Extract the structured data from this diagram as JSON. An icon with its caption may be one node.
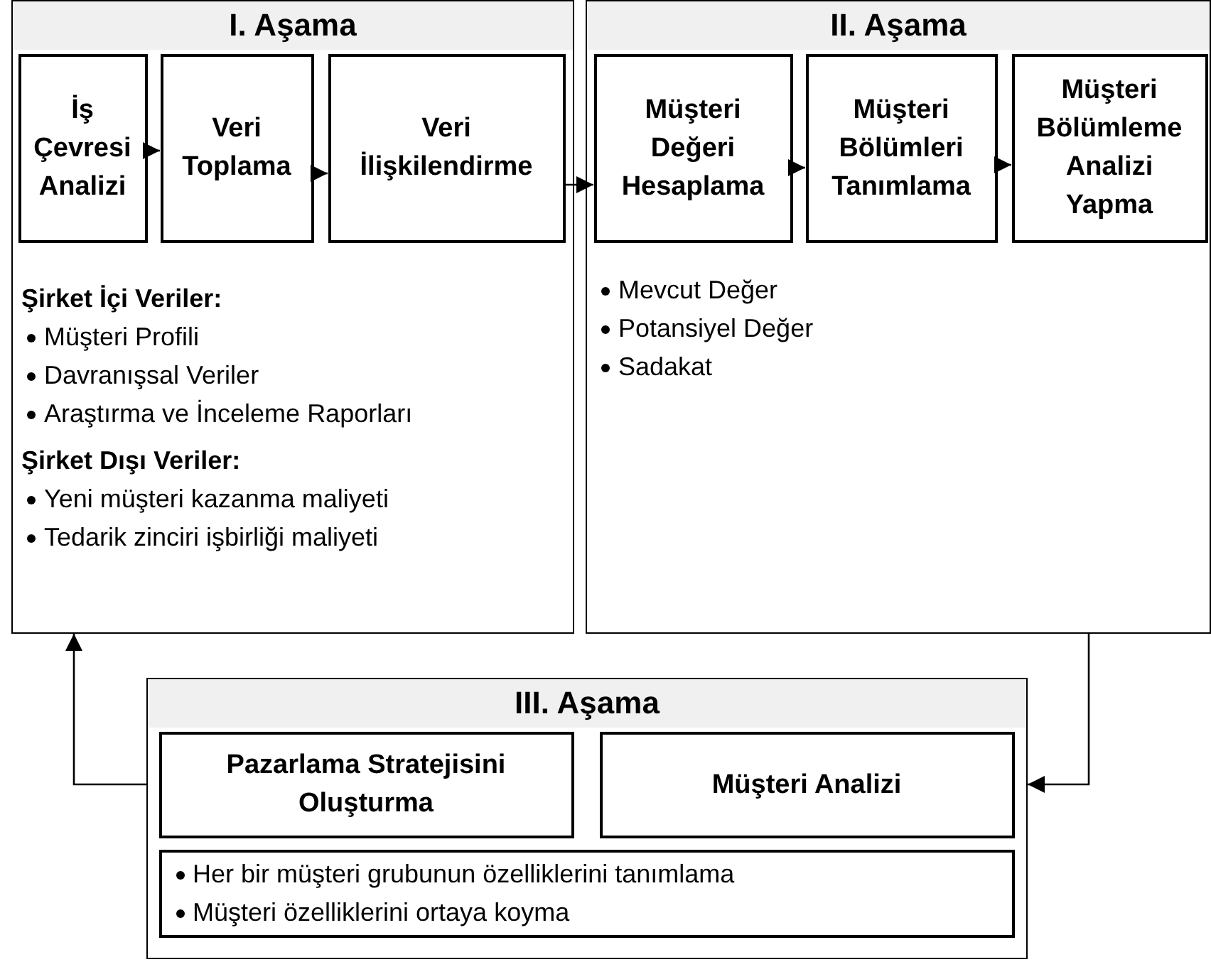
{
  "diagram": {
    "nodes": [
      {
        "text": [
          "I. Aşama",
          "Şirket İçi Veriler:",
          "Müşteri Profili",
          "Davranışsal Veriler",
          "Araştırma ve İnceleme Raporları",
          "Şirket Dışı Veriler:",
          "Yeni müşteri kazanma maliyeti",
          "Tedarik zinciri işbirliği maliyeti"
        ]
      },
      {
        "text": [
          "İş Çevresi Analizi"
        ],
        "in": 0
      },
      {
        "text": [
          "Veri Toplama"
        ],
        "in": 0
      },
      {
        "text": [
          "Veri İlişkilendirme"
        ],
        "in": 0
      },
      {
        "text": [
          "II. Aşama",
          "Mevcut Değer",
          "Potansiyel Değer",
          "Sadakat"
        ]
      },
      {
        "text": [
          "Müşteri Değeri Hesaplama"
        ],
        "in": 4
      },
      {
        "text": [
          "Müşteri Bölümleri Tanımlama"
        ],
        "in": 4
      },
      {
        "text": [
          "Müşteri Bölümleme Analizi Yapma"
        ],
        "in": 4
      },
      {
        "text": [
          "III. Aşama"
        ]
      },
      {
        "text": [
          "Pazarlama Stratejisini Oluşturma"
        ],
        "in": 8
      },
      {
        "text": [
          "Müşteri Analizi"
        ],
        "in": 8
      },
      {
        "text": [
          "Her bir müşteri grubunun özelliklerini tanımlama",
          "Müşteri özelliklerini ortaya koyma"
        ],
        "in": 8
      }
    ],
    "edges": [
      {
        "from": 1,
        "to": 2,
        "arrow": "to"
      },
      {
        "from": 2,
        "to": 3,
        "arrow": "to"
      },
      {
        "from": 3,
        "to": 5,
        "arrow": "to"
      },
      {
        "from": 5,
        "to": 6,
        "arrow": "to"
      },
      {
        "from": 6,
        "to": 7,
        "arrow": "to"
      },
      {
        "from": 4,
        "to": 8,
        "arrow": "to"
      },
      {
        "from": 8,
        "to": 0,
        "arrow": "to"
      }
    ]
  }
}
